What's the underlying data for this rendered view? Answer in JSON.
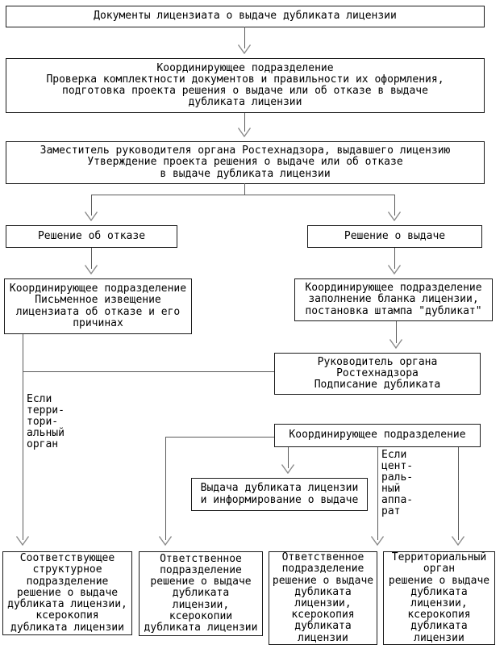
{
  "colors": {
    "border": "#1a1a1a",
    "line": "#5a5a5a",
    "arrow": "#8a8a8a",
    "bg": "#ffffff",
    "text": "#000000"
  },
  "boxes": {
    "documents": "Документы лицензиата о выдаче дубликата лицензии",
    "coordinating_review": "Координирующее подразделение\nПроверка комплектности документов и правильности их оформления,\nподготовка проекта решения о выдаче или об отказе в выдаче\nдубликата лицензии",
    "deputy_head": "Заместитель руководителя органа Ростехнадзора, выдавшего лицензию\nУтверждение проекта решения о выдаче или об отказе\nв выдаче дубликата лицензии",
    "refusal_decision": "Решение об отказе",
    "issue_decision": "Решение о выдаче",
    "refusal_notice": "Координирующее подразделение\nПисьменное извещение\nлицензиата об отказе и его\nпричинах",
    "fill_blank": "Координирующее подразделение\nзаполнение бланка лицензии,\nпостановка штампа \"дубликат\"",
    "head_sign": "Руководитель органа\nРостехнадзора\nПодписание дубликата",
    "coordinating_unit": "Координирующее подразделение",
    "issue_duplicate": "Выдача дубликата лицензии\nи информирование о выдаче",
    "structural_unit": "Соответствующее\nструктурное\nподразделение\nрешение о выдаче\nдубликата лицензии,\nксерокопия\nдубликата лицензии",
    "responsible_unit_a": "Ответственное\nподразделение\nрешение о выдаче\nдубликата\nлицензии,\nксерокопии\nдубликата лицензии",
    "responsible_unit_b": "Ответственное\nподразделение\nрешение о выдаче\nдубликата\nлицензии,\nксерокопия\nдубликата\nлицензии",
    "territorial_body": "Территориальный\nорган\nрешение о выдаче\nдубликата\nлицензии,\nксерокопия\nдубликата\nлицензии"
  },
  "labels": {
    "if_territorial": "Если\nтерри-\nтори-\nальный\nорган",
    "if_central": "Если\nцент-\nраль-\nный\nаппа-\nрат"
  }
}
